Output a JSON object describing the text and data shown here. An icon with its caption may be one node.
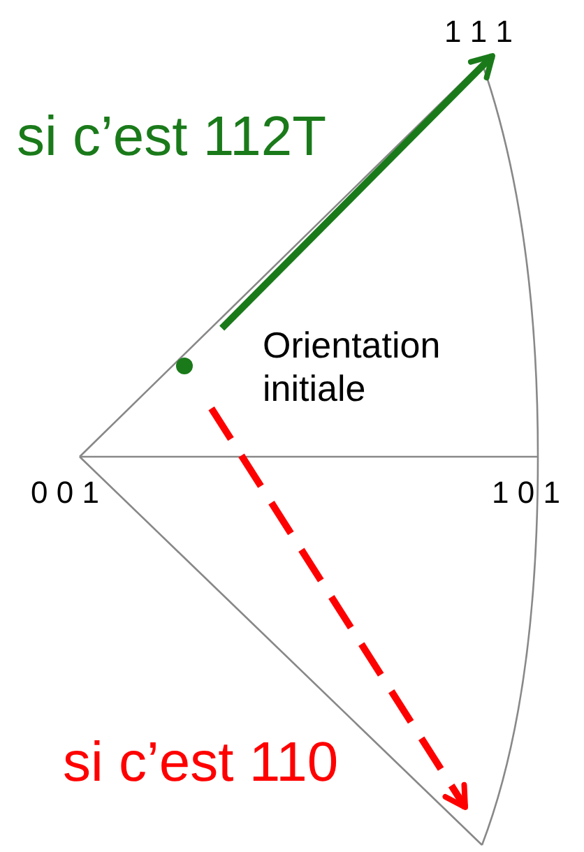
{
  "diagram": {
    "nodes": [
      {
        "text": [
          "1 1 1"
        ]
      },
      {
        "text": [],
        "shape": "circle",
        "beside": [
          "Orientation initiale"
        ]
      }
    ],
    "edges": [
      {
        "from": 1,
        "to": 0,
        "arrow": "to",
        "label": "si c’est 112T",
        "color": "#1a7a1a"
      },
      {
        "from": 1,
        "to": null,
        "arrow": "to",
        "label": "si c’est 110",
        "style": "dashed",
        "color": "#ff0000"
      }
    ],
    "labels": [
      "0 0 1",
      "1 0 1"
    ]
  }
}
